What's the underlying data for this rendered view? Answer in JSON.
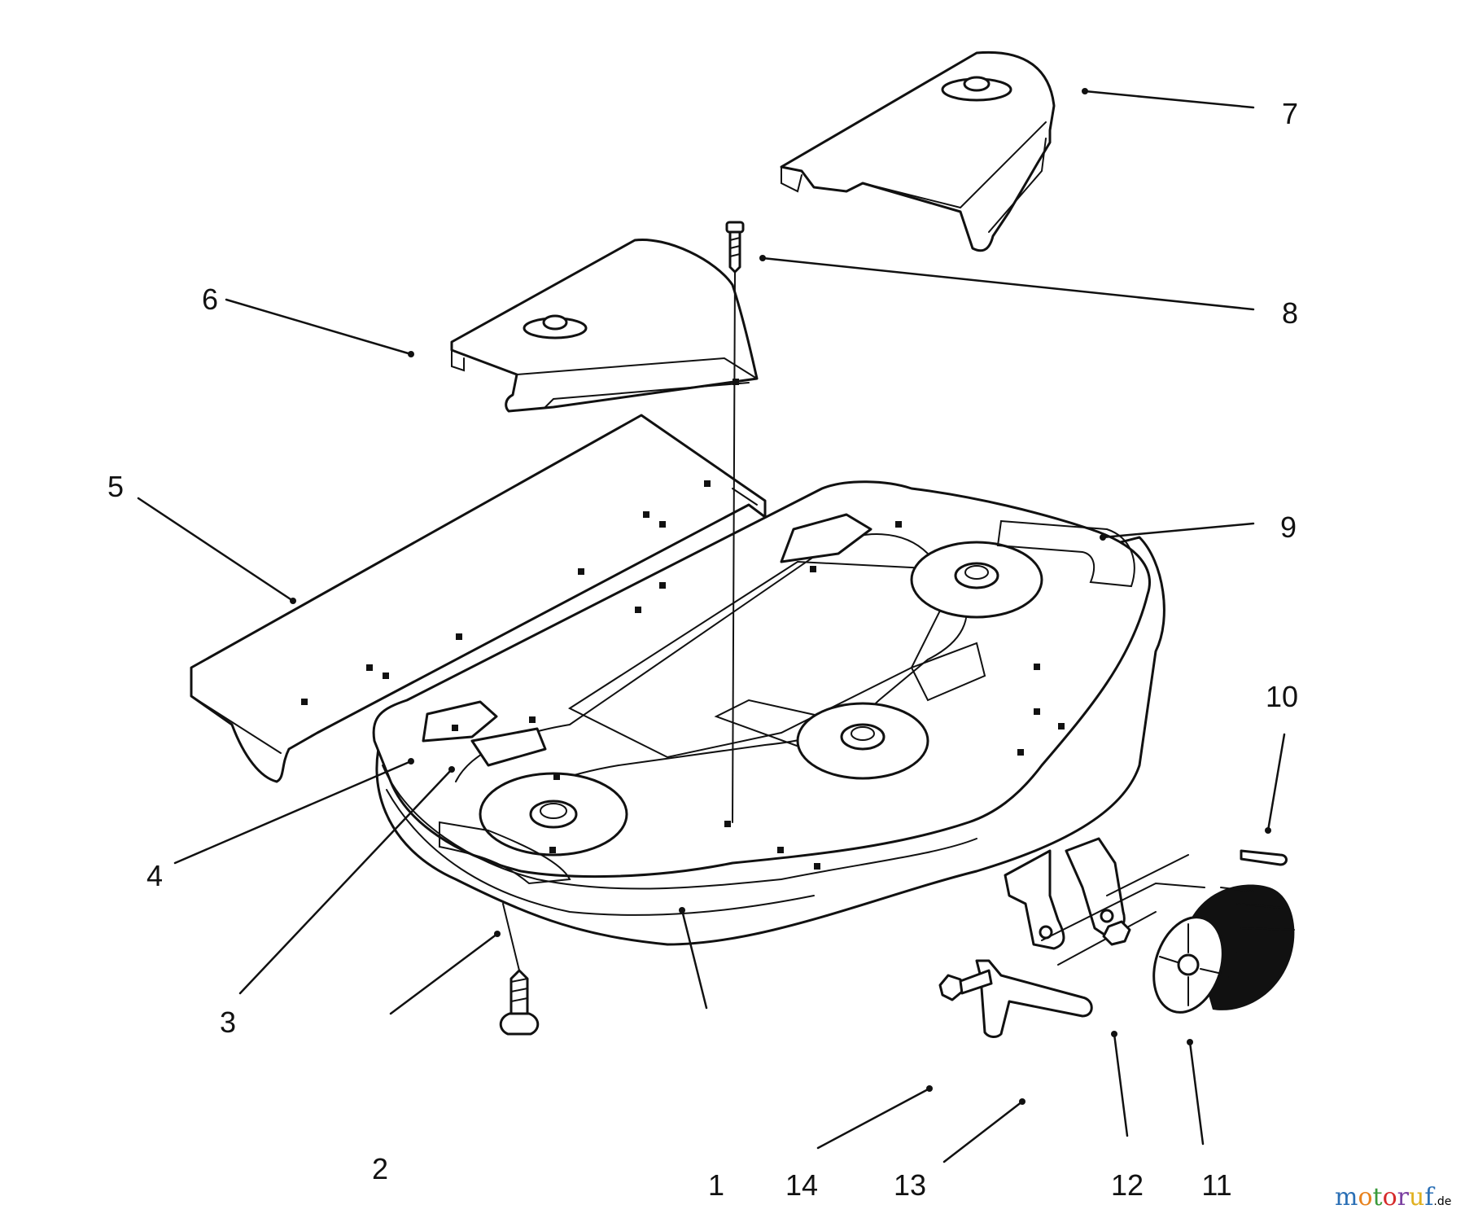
{
  "callouts": [
    "1",
    "2",
    "3",
    "4",
    "5",
    "6",
    "7",
    "8",
    "9",
    "10",
    "11",
    "12",
    "13",
    "14"
  ],
  "watermark": {
    "letters": [
      "m",
      "o",
      "t",
      "o",
      "r",
      "u",
      "f"
    ],
    "colors": [
      "#2a6fb5",
      "#e8821e",
      "#3a9a3a",
      "#d62b2b",
      "#7b3fa0",
      "#e0b020",
      "#2a6fb5"
    ],
    "suffix": ".de"
  }
}
